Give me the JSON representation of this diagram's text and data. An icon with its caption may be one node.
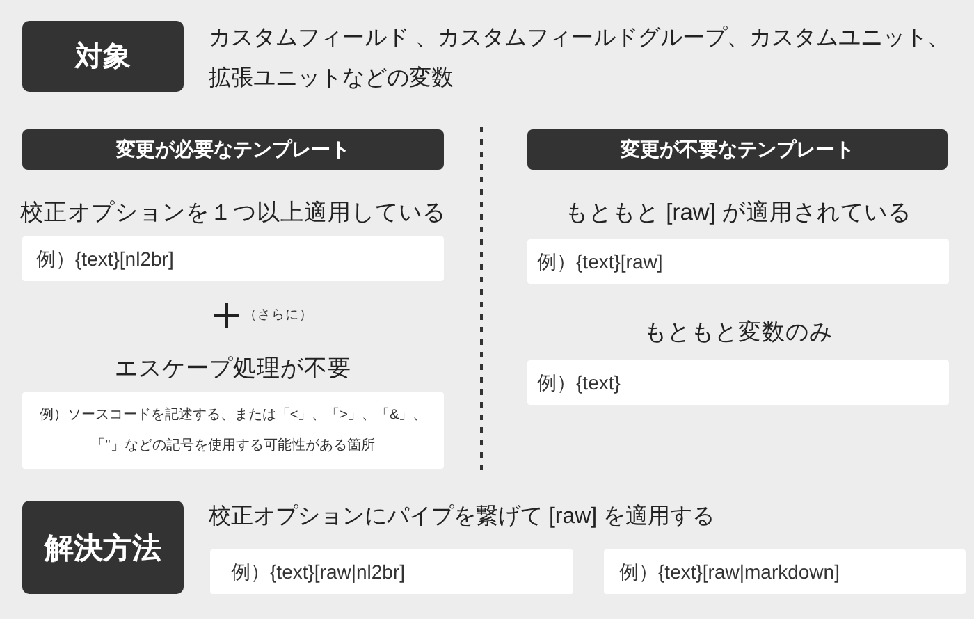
{
  "diagram": {
    "nodes": [
      {
        "text": [
          "対象"
        ],
        "beside": [
          "カスタムフィールド 、カスタムフィールドグループ、カスタムユニット、拡張ユニットなどの変数"
        ]
      },
      {
        "text": [
          "変更が必要なテンプレート"
        ]
      },
      {
        "text": [
          "校正オプションを１つ以上適用している",
          "例）{text}[nl2br]"
        ]
      },
      {
        "text": [
          "エスケープ処理が不要",
          "例）ソースコードを記述する、または「<」、「>」、「&」、「\"」などの記号を使用する可能性がある箇所"
        ]
      },
      {
        "text": [
          "変更が不要なテンプレート"
        ]
      },
      {
        "text": [
          "もともと [raw] が適用されている",
          "例）{text}[raw]"
        ]
      },
      {
        "text": [
          "もともと変数のみ",
          "例）{text}"
        ]
      },
      {
        "text": [
          "解決方法"
        ],
        "beside": [
          "校正オプションにパイプを繋げて [raw] を適用する"
        ]
      },
      {
        "text": [
          "例）{text}[raw|nl2br]"
        ]
      },
      {
        "text": [
          "例）{text}[raw|markdown]"
        ]
      }
    ],
    "labels": [
      "（さらに）"
    ]
  }
}
